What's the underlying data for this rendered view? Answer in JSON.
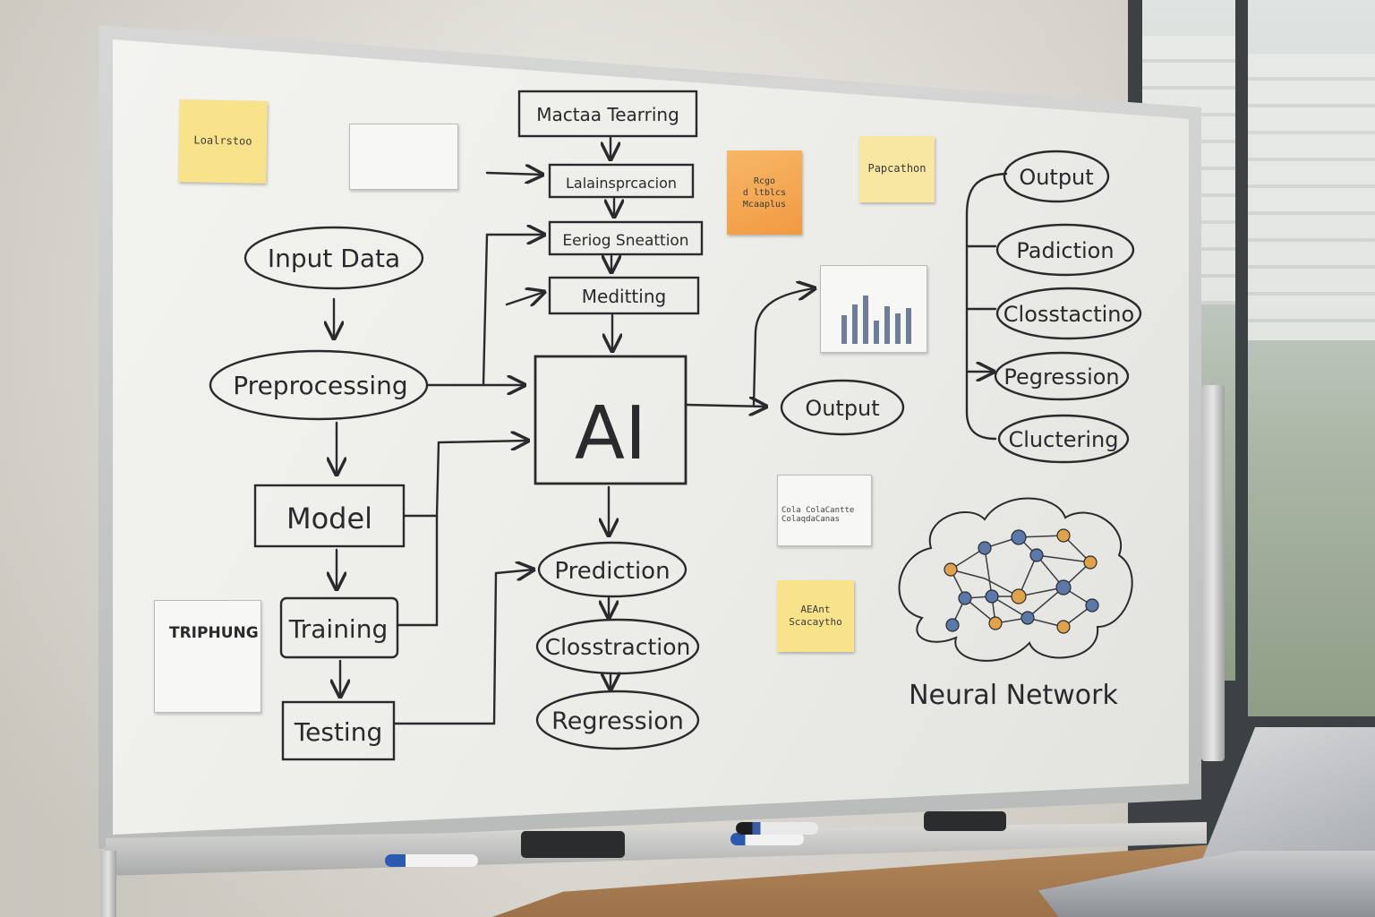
{
  "scene": "whiteboard-diagram-photo",
  "colors": {
    "ink": "#2a2a2e",
    "note_yellow": "#f8e38a",
    "note_orange": "#f5a551",
    "node_blue": "#5a78a8",
    "node_orange": "#e0a24a"
  },
  "flow_left": {
    "input_data": "Input Data",
    "preprocessing": "Preprocessing",
    "model": "Model",
    "training": "Training",
    "testing": "Testing"
  },
  "flow_top": {
    "box1": "Mactaa Tearring",
    "box2": "Lalainsprcacion",
    "box3": "Eeriog Sneattion",
    "box4": "Meditting"
  },
  "center": {
    "ai": "AI"
  },
  "flow_bottom": {
    "prediction": "Prediction",
    "classtraction": "Closstraction",
    "regression": "Regression"
  },
  "output_mid": "Output",
  "right_list": [
    "Output",
    "Padiction",
    "Closstactino",
    "Pegression",
    "Cluctering"
  ],
  "neural_network_label": "Neural Network",
  "sticky_notes": {
    "top_left": "Loalrstoo",
    "orange": "Rcgo\nd ltblcs\nMcaaplus",
    "top_right": "Papcathon",
    "bottom": "AEAnt\nScacaytho"
  },
  "papers": {
    "training_sheet_title": "TRIPHUNG",
    "small_card_text": "Cola ColaCantte\nColaqdaCanas"
  }
}
